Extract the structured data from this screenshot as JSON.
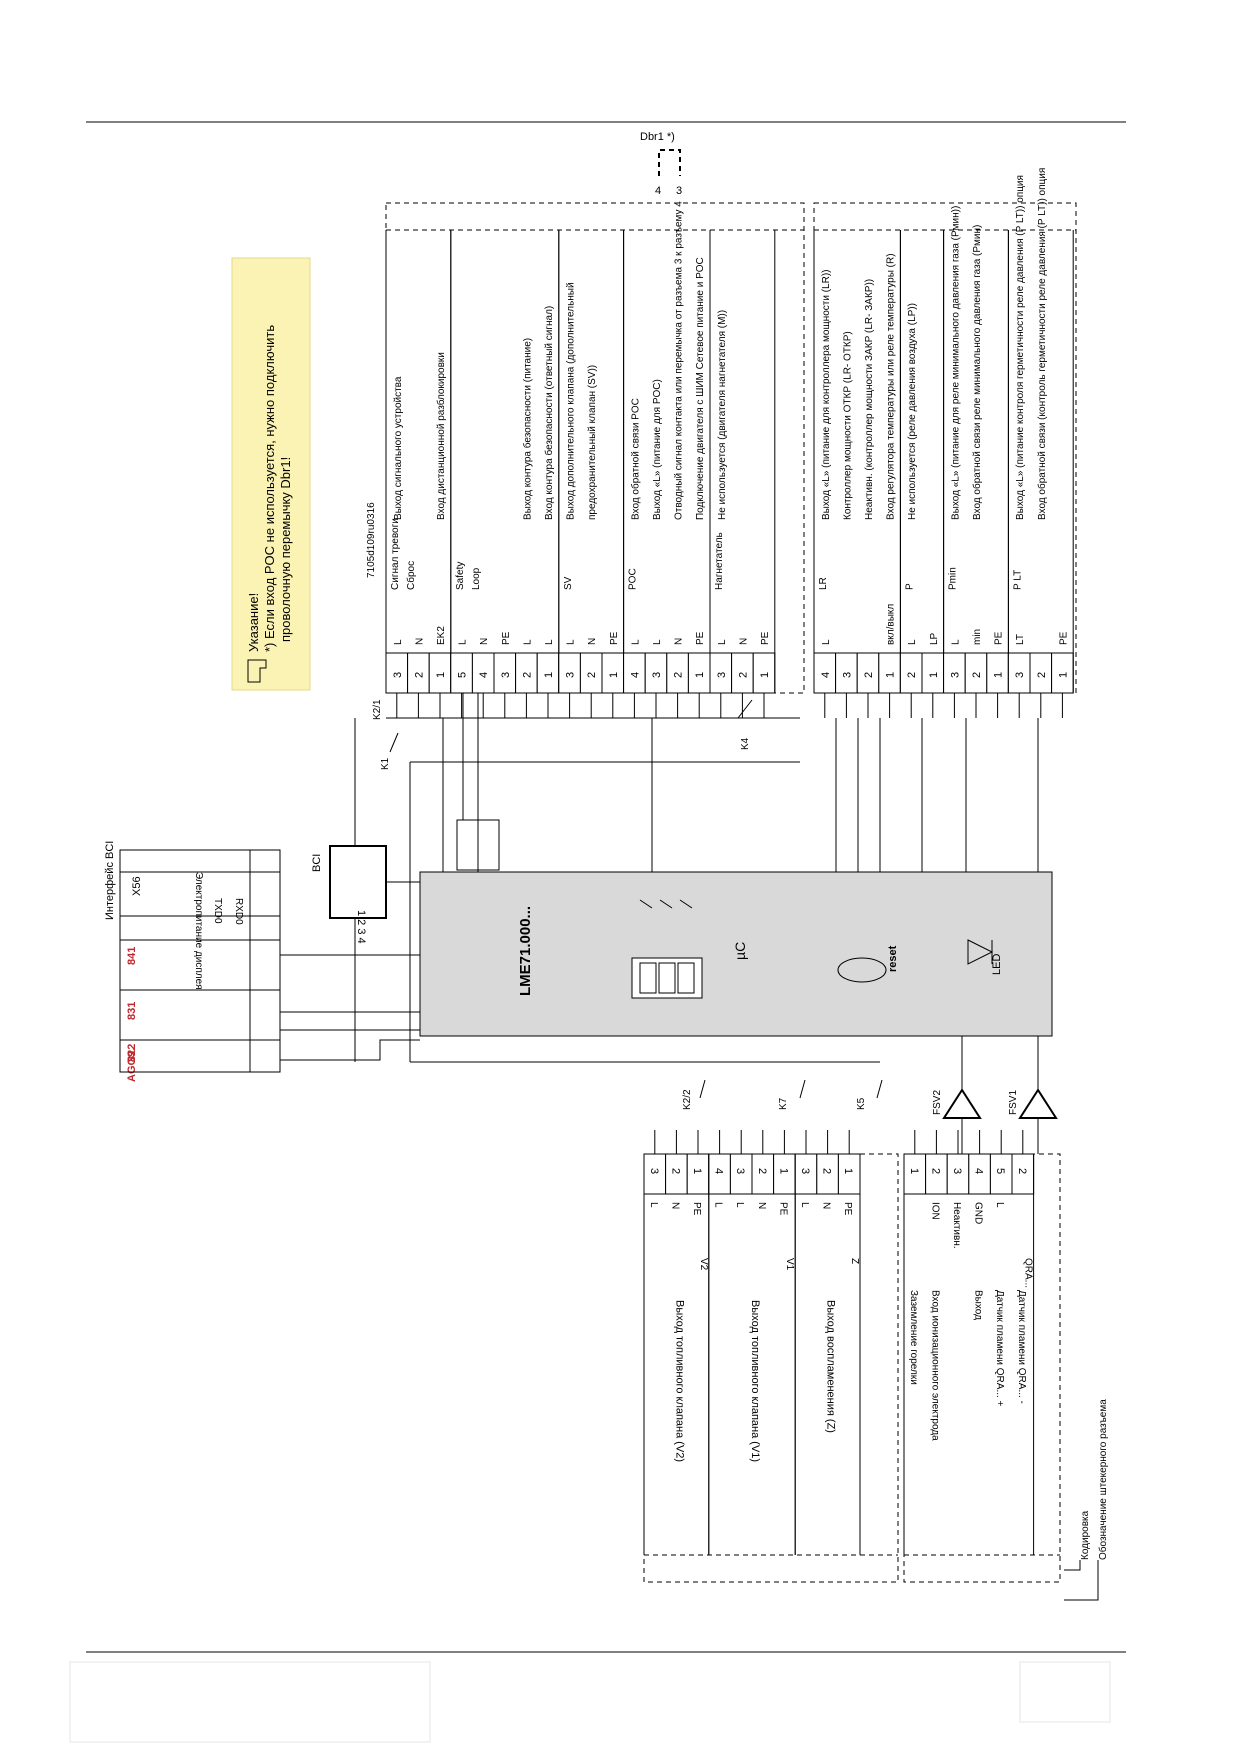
{
  "note": {
    "title": "Указание!",
    "text_line1": "*) Если вход POC не используется, нужно подключить",
    "text_line2": "проволочную перемычку Dbr1!"
  },
  "drawing_id": "7105d109ru0316",
  "jumper": {
    "label": "Dbr1 *)",
    "pin_a": "4",
    "pin_b": "3"
  },
  "controller": {
    "model": "LME71.000...",
    "uc": "µC",
    "reset": "reset",
    "led": "LED"
  },
  "bci": {
    "header": "Интерфейс BCI",
    "x56": "X56",
    "rxd": "RXD0",
    "txd": "TXD0",
    "power": "Электропитание дисплея",
    "label": "BCI",
    "jack_pins": "1 2 3 4"
  },
  "agg": {
    "label": "AGG9.",
    "blocks": [
      "822",
      "831",
      "841"
    ]
  },
  "contacts": {
    "k21": "K2/1",
    "k1": "K1",
    "k4": "K4",
    "k22": "K2/2",
    "k7": "K7",
    "k5": "K5"
  },
  "top_groups": [
    {
      "pins": [
        "3",
        "2",
        "1"
      ],
      "terms": [
        "L",
        "N",
        "EK2"
      ],
      "icons": [
        "Сигнал тревоги",
        "Сброс"
      ],
      "descs": [
        "Выход сигнального устройства",
        "",
        "Вход дистанционной разблокировки"
      ]
    },
    {
      "pins": [
        "5",
        "4",
        "3",
        "2",
        "1"
      ],
      "terms": [
        "L",
        "N",
        "PE",
        "L",
        "L"
      ],
      "icons": [
        "Safety",
        "Loop"
      ],
      "descs": [
        "",
        "",
        "",
        "Выход контура безопасности (питание)",
        "Вход контура безопасности (ответный сигнал)"
      ]
    },
    {
      "pins": [
        "3",
        "2",
        "1"
      ],
      "terms": [
        "L",
        "N",
        "PE"
      ],
      "icons": [
        "SV"
      ],
      "descs": [
        "Выход дополнительного клапана (дополнительный",
        "предохранительный клапан (SV))",
        ""
      ]
    },
    {
      "pins": [
        "4",
        "3",
        "2",
        "1"
      ],
      "terms": [
        "L",
        "L",
        "N",
        "PE"
      ],
      "icons": [
        "POC"
      ],
      "descs": [
        "Вход обратной связи POC",
        "Выход «L» (питание для POC)",
        "Отводный сигнал контакта или перемычка от разъема 3 к разъему 4",
        "Подключение двигателя с ШИМ Сетевое питание и POC"
      ]
    },
    {
      "pins": [
        "3",
        "2",
        "1"
      ],
      "terms": [
        "L",
        "N",
        "PE"
      ],
      "icons": [
        "Нагнетатель"
      ],
      "descs": [
        "Не используется (двигателя нагнетателя (M))",
        "",
        ""
      ]
    },
    {
      "pins": [
        "4",
        "3",
        "2",
        "1"
      ],
      "terms": [
        "L",
        "",
        "",
        "вкл/выкл"
      ],
      "icons": [
        "LR"
      ],
      "descs": [
        "Выход «L» (питание для контроллера мощности (LR))",
        "Контроллер мощности ОТКР (LR- ОТКР)",
        "Неактивн. (контроллер мощности ЗАКР (LR- ЗАКР))",
        "Вход регулятора температуры или реле температуры (R)"
      ]
    },
    {
      "pins": [
        "2",
        "1"
      ],
      "terms": [
        "L",
        "LP"
      ],
      "icons": [
        "P"
      ],
      "descs": [
        "Не используется (реле давления воздуха (LP))",
        ""
      ]
    },
    {
      "pins": [
        "3",
        "2",
        "1"
      ],
      "terms": [
        "L",
        "min",
        "PE"
      ],
      "icons": [
        "Pmin"
      ],
      "descs": [
        "Выход «L» (питание для реле минимального давления газа (Pмин))",
        "Вход обратной связи реле минимального давления газа (Pмин)",
        ""
      ]
    },
    {
      "pins": [
        "3",
        "2",
        "1"
      ],
      "terms": [
        "LT",
        "",
        "PE"
      ],
      "icons": [
        "P LT"
      ],
      "descs": [
        "Выход «L» (питание контроля герметичности реле давления (P LT)) опция",
        "Вход обратной связи (контроль герметичности реле давления (P LT)) опция",
        ""
      ]
    }
  ],
  "bottom_groups": [
    {
      "pins": [
        "3",
        "2",
        "1"
      ],
      "terms": [
        "L",
        "N",
        "PE"
      ],
      "icon": "V2",
      "desc": "Выход топливного клапана (V2)"
    },
    {
      "pins": [
        "4",
        "3",
        "2",
        "1"
      ],
      "terms": [
        "L",
        "L",
        "N",
        "PE"
      ],
      "icon": "V1",
      "desc": "Выход топливного клапана (V1)"
    },
    {
      "pins": [
        "3",
        "2",
        "1"
      ],
      "terms": [
        "L",
        "N",
        "PE"
      ],
      "icon": "Z",
      "desc": "Выход воспламенения (Z)"
    },
    {
      "pins": [
        "1",
        "2",
        "3",
        "4",
        "5",
        "2"
      ],
      "terms": [
        "",
        "ION",
        "Неактивн.",
        "GND",
        "L",
        ""
      ],
      "icon": "QRA...",
      "desc_lines": [
        "Заземление горелки",
        "Вход ионизационного электрода",
        "",
        "Выход",
        "Датчик пламени QRA... +",
        "Датчик пламени QRA... -"
      ]
    }
  ],
  "fsv": [
    "FSV2",
    "FSV1"
  ],
  "legend": {
    "coding": "Кодировка",
    "plug": "Обозначение штекерного разъема"
  }
}
